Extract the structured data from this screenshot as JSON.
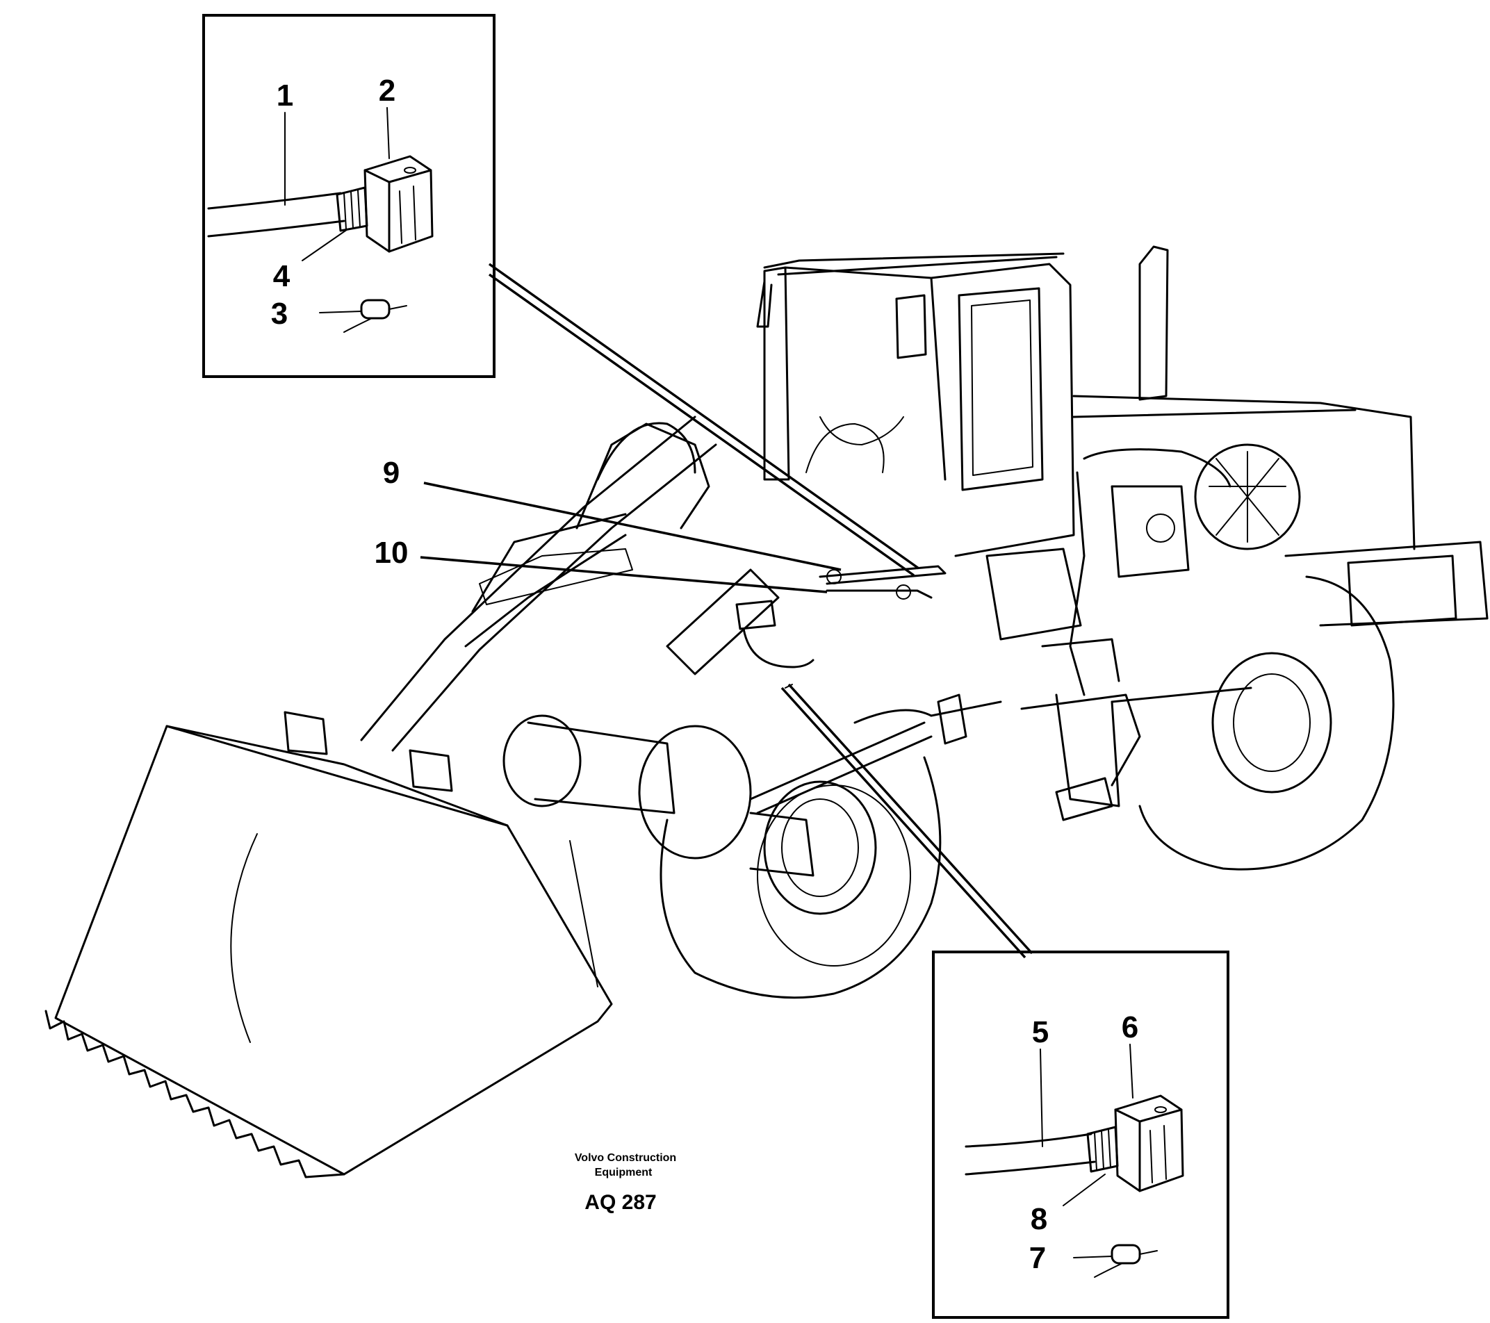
{
  "callouts": {
    "n1": "1",
    "n2": "2",
    "n3": "3",
    "n4": "4",
    "n5": "5",
    "n6": "6",
    "n7": "7",
    "n8": "8",
    "n9": "9",
    "n10": "10"
  },
  "caption": {
    "line1": "Volvo Construction",
    "line2": "Equipment",
    "figure_code": "AQ 287"
  }
}
